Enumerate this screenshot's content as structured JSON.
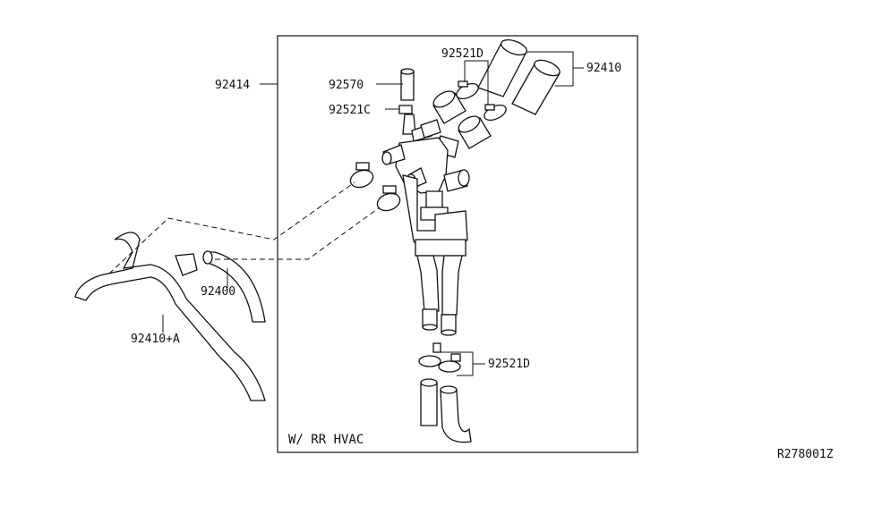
{
  "labels": {
    "p92414": "92414",
    "p92570": "92570",
    "p92521c": "92521C",
    "p92521d_top": "92521D",
    "p92410": "92410",
    "p92400": "92400",
    "p92410a": "92410+A",
    "p92521d_bottom": "92521D",
    "note": "W/ RR HVAC",
    "diagram_code": "R278001Z"
  }
}
